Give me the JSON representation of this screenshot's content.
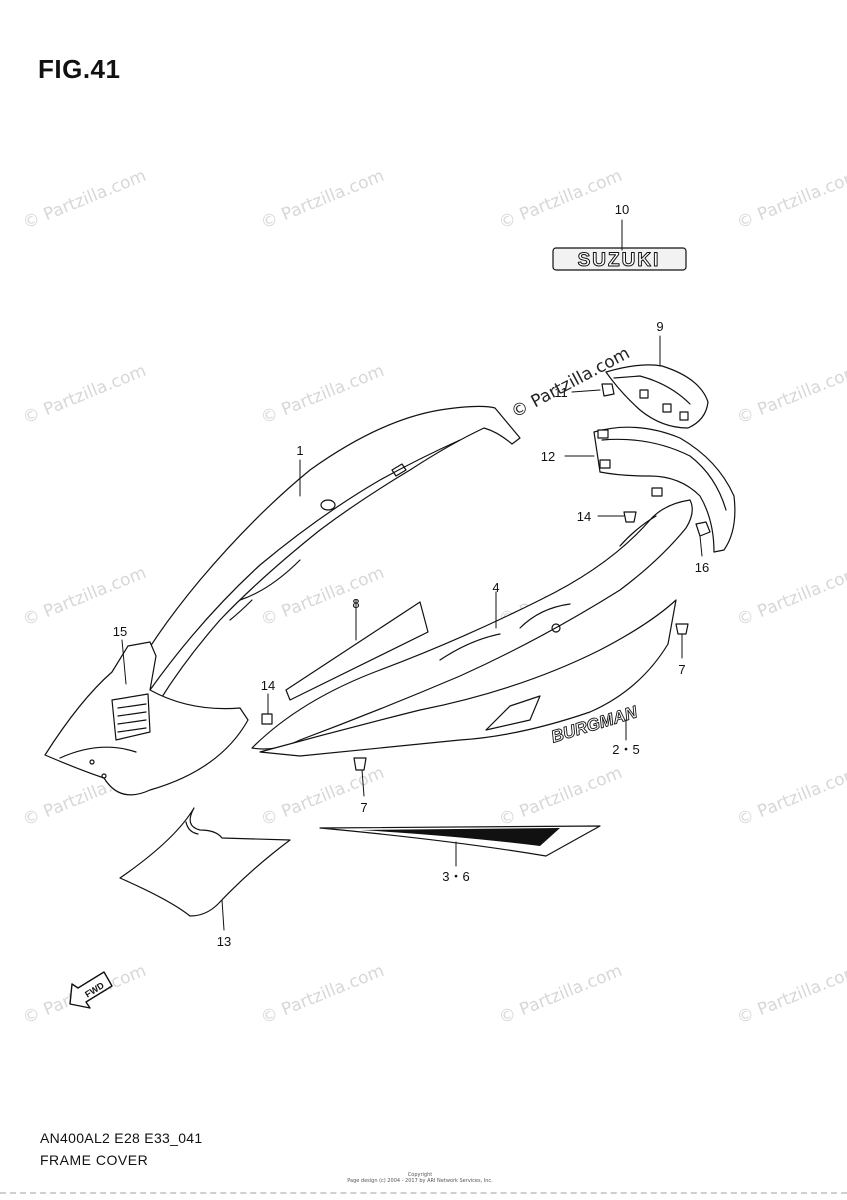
{
  "figure": {
    "title": "FIG.41",
    "model_code": "AN400AL2 E28 E33_041",
    "section_name": "FRAME COVER"
  },
  "watermark": {
    "text": "© Partzilla.com",
    "center_text": "© Partzilla.com"
  },
  "labels": {
    "emblem": "SUZUKI",
    "decal": "BURGMAN",
    "fwd": "FWD"
  },
  "callouts": [
    {
      "id": "c10",
      "label": "10"
    },
    {
      "id": "c9",
      "label": "9"
    },
    {
      "id": "c11",
      "label": "11"
    },
    {
      "id": "c12",
      "label": "12"
    },
    {
      "id": "c1",
      "label": "1"
    },
    {
      "id": "c14a",
      "label": "14"
    },
    {
      "id": "c16",
      "label": "16"
    },
    {
      "id": "c8",
      "label": "8"
    },
    {
      "id": "c4",
      "label": "4"
    },
    {
      "id": "c15",
      "label": "15"
    },
    {
      "id": "c7a",
      "label": "7"
    },
    {
      "id": "c14b",
      "label": "14"
    },
    {
      "id": "c25",
      "label": "2・5"
    },
    {
      "id": "c7b",
      "label": "7"
    },
    {
      "id": "c36",
      "label": "3・6"
    },
    {
      "id": "c13",
      "label": "13"
    }
  ],
  "copyright": {
    "line1": "Copyright",
    "line2": "Page design (c) 2004 - 2017 by ARI Network Services, Inc."
  }
}
